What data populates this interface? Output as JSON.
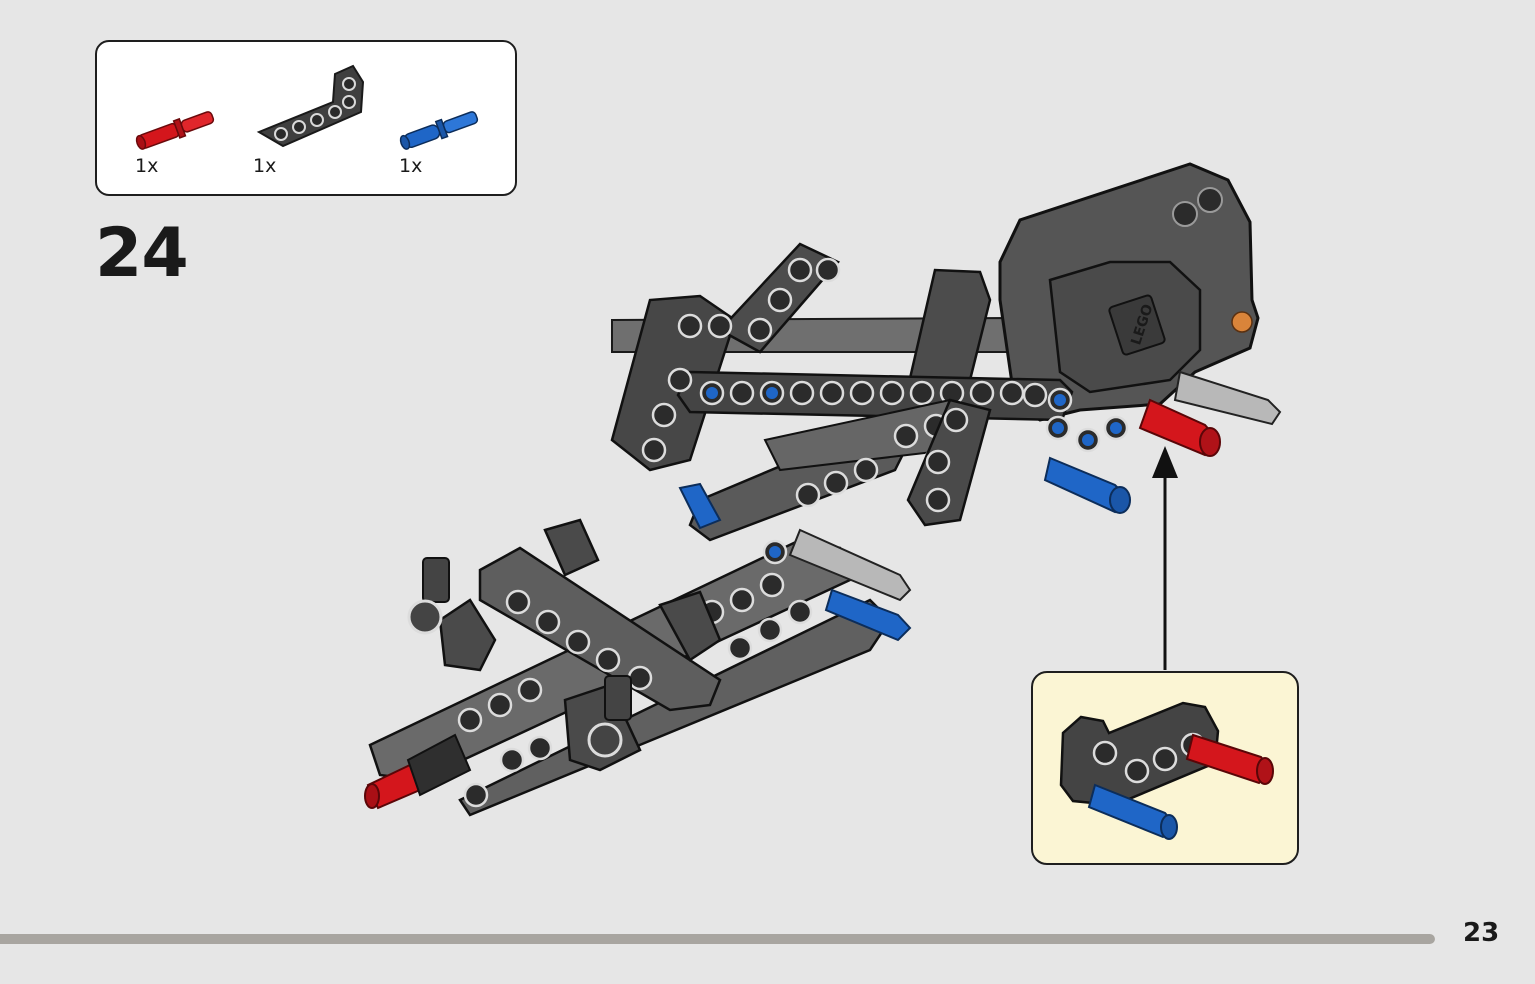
{
  "parts_list": {
    "items": [
      {
        "icon": "red-axle-pin-icon",
        "quantity": "1x",
        "color": "#d4161c"
      },
      {
        "icon": "dark-gray-angled-beam-icon",
        "quantity": "1x",
        "color": "#3f3f3f"
      },
      {
        "icon": "blue-axle-pin-icon",
        "quantity": "1x",
        "color": "#1f66c7"
      }
    ]
  },
  "step": {
    "number": "24"
  },
  "assembly": {
    "logo_text": "LEGO",
    "body_color": "#555555",
    "beam_color": "#444444"
  },
  "callout": {
    "background": "#fbf5d4"
  },
  "footer": {
    "page_number": "23",
    "progress_percent": 100
  },
  "colors": {
    "background": "#e6e6e6",
    "red": "#d4161c",
    "blue": "#1f66c7",
    "dark": "#3f3f3f"
  }
}
